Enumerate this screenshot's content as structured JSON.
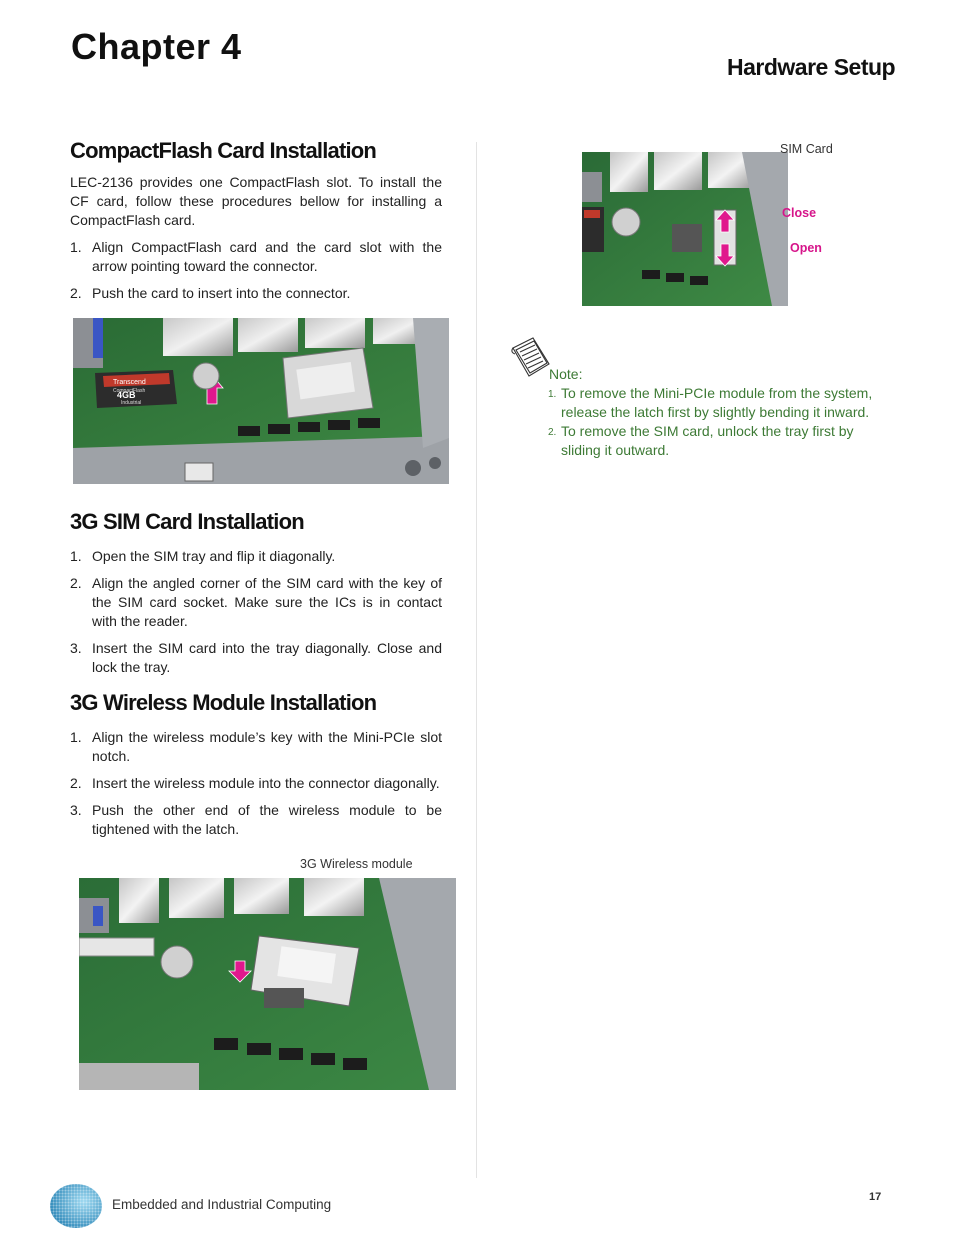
{
  "header": {
    "chapter": "Chapter 4",
    "section": "Hardware Setup"
  },
  "cf": {
    "title": "CompactFlash Card Installation",
    "intro": "LEC-2136 provides one CompactFlash slot. To install the CF card,  follow these procedures bellow for installing a CompactFlash card.",
    "steps": [
      {
        "num": "1.",
        "text": "Align CompactFlash card and the card slot with the arrow pointing toward the connector."
      },
      {
        "num": "2.",
        "text": "Push the card to insert into the connector."
      }
    ],
    "card_text": {
      "brand": "Transcend",
      "model": "CompactFlash",
      "capacity": "4GB",
      "grade": "Industrial"
    }
  },
  "sim": {
    "title": "3G SIM Card Installation",
    "steps": [
      {
        "num": "1.",
        "text": "Open the SIM tray and flip it diagonally."
      },
      {
        "num": "2.",
        "text": "Align the angled corner of the SIM card with the key of  the SIM card socket. Make sure the ICs is in contact with the reader."
      },
      {
        "num": "3.",
        "text": "Insert the SIM card into the tray diagonally. Close and lock the tray."
      }
    ],
    "caption": "SIM Card",
    "close_label": "Close",
    "open_label": "Open"
  },
  "wireless": {
    "title": "3G Wireless Module Installation",
    "steps": [
      {
        "num": "1.",
        "text": "Align the  wireless module’s key with the Mini-PCIe slot notch."
      },
      {
        "num": "2.",
        "text": "Insert the wireless module into the connector diagonally."
      },
      {
        "num": "3.",
        "text": "Push the other end of the wireless module to be tightened with the latch."
      }
    ],
    "caption": "3G Wireless module"
  },
  "note": {
    "title": "Note:",
    "items": [
      {
        "num": "1.",
        "text": "To remove the Mini-PCIe module from the system, release the latch first by slightly bending it inward."
      },
      {
        "num": "2.",
        "text": " To remove the SIM card, unlock the tray first by sliding it outward."
      }
    ]
  },
  "footer": {
    "text": "Embedded and Industrial Computing",
    "page": "17"
  },
  "colors": {
    "accent_pink": "#d6158a",
    "note_green": "#3d7a35",
    "pcb_green": "#2f7a3a"
  },
  "icons": [
    "note-pad-icon",
    "company-logo",
    "arrow-up-icon",
    "arrow-down-icon"
  ]
}
